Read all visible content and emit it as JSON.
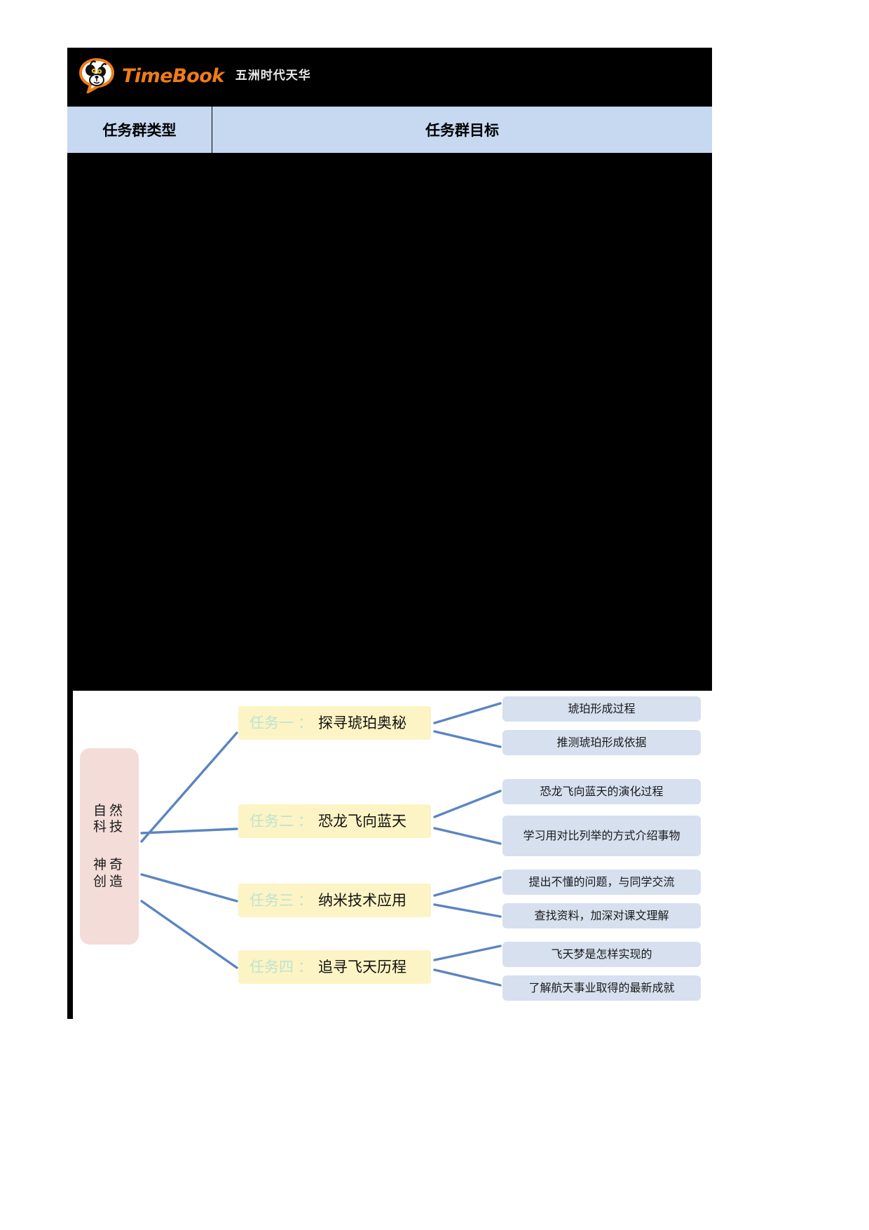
{
  "header": {
    "brand": "TimeBook",
    "brand_cn": "五洲时代天华",
    "logo_icon": "dog-speech-bubble-icon",
    "brand_color": "#f07c17",
    "bar_color": "#000000"
  },
  "table": {
    "header_bg": "#c6d9f1",
    "columns": [
      {
        "label": "任务群类型"
      },
      {
        "label": "任务群目标"
      }
    ]
  },
  "diagram": {
    "root_color": "#f4dcd9",
    "task_color": "#fcf4c4",
    "leaf_color": "#d6e0ef",
    "line_color": "#5b85c0",
    "root": {
      "lines": [
        [
          "自然",
          "科技"
        ],
        [
          "神奇",
          "创造"
        ]
      ]
    },
    "tasks": [
      {
        "index": "任务一",
        "separator": "：",
        "name": "探寻琥珀奥秘",
        "children": [
          "琥珀形成过程",
          "推测琥珀形成依据"
        ]
      },
      {
        "index": "任务二",
        "separator": "：",
        "name": "恐龙飞向蓝天",
        "children": [
          "恐龙飞向蓝天的演化过程",
          "学习用对比列举的方式介绍事物"
        ]
      },
      {
        "index": "任务三",
        "separator": "：",
        "name": "纳米技术应用",
        "children": [
          "提出不懂的问题，与同学交流",
          "查找资料，加深对课文理解"
        ]
      },
      {
        "index": "任务四",
        "separator": "：",
        "name": "追寻飞天历程",
        "children": [
          "飞天梦是怎样实现的",
          "了解航天事业取得的最新成就"
        ]
      }
    ]
  }
}
